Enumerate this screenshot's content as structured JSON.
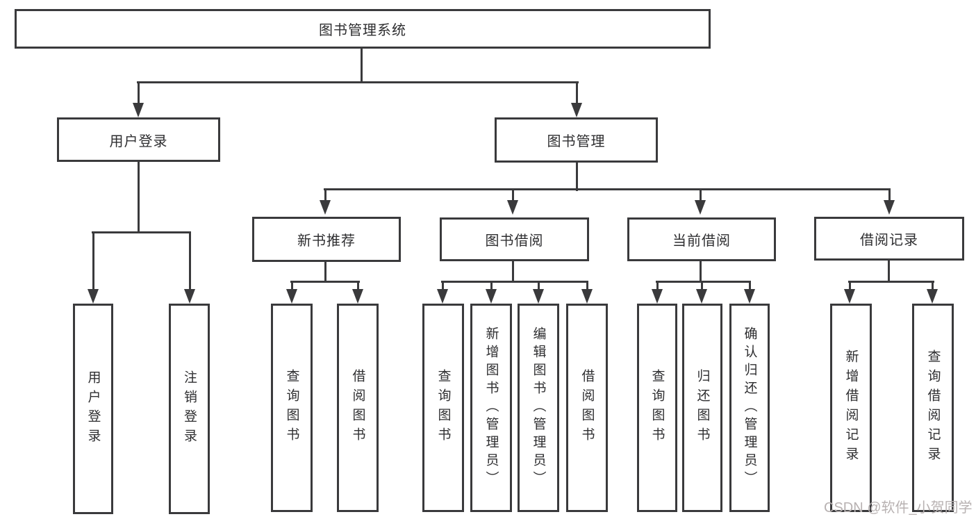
{
  "nodes": {
    "root": {
      "label": "图书管理系统"
    },
    "level1": [
      {
        "label": "用户登录"
      },
      {
        "label": "图书管理"
      }
    ],
    "level2": [
      {
        "label": "新书推荐"
      },
      {
        "label": "图书借阅"
      },
      {
        "label": "当前借阅"
      },
      {
        "label": "借阅记录"
      }
    ],
    "leaves": {
      "user_login": [
        {
          "label": "用户登录"
        },
        {
          "label": "注销登录"
        }
      ],
      "new_book": [
        {
          "label": "查询图书"
        },
        {
          "label": "借阅图书"
        }
      ],
      "book_borrow": [
        {
          "label": "查询图书"
        },
        {
          "label": "新增图书（管理员）"
        },
        {
          "label": "编辑图书（管理员）"
        },
        {
          "label": "借阅图书"
        }
      ],
      "current_borrow": [
        {
          "label": "查询图书"
        },
        {
          "label": "归还图书"
        },
        {
          "label": "确认归还（管理员）"
        }
      ],
      "borrow_record": [
        {
          "label": "新增借阅记录"
        },
        {
          "label": "查询借阅记录"
        }
      ]
    }
  },
  "watermark": {
    "text": "CSDN @软件_小贺同学"
  },
  "colors": {
    "line": "#3a3a3c",
    "text": "#2e2e30",
    "watermark": "#b8b2b2",
    "background": "#ffffff"
  }
}
